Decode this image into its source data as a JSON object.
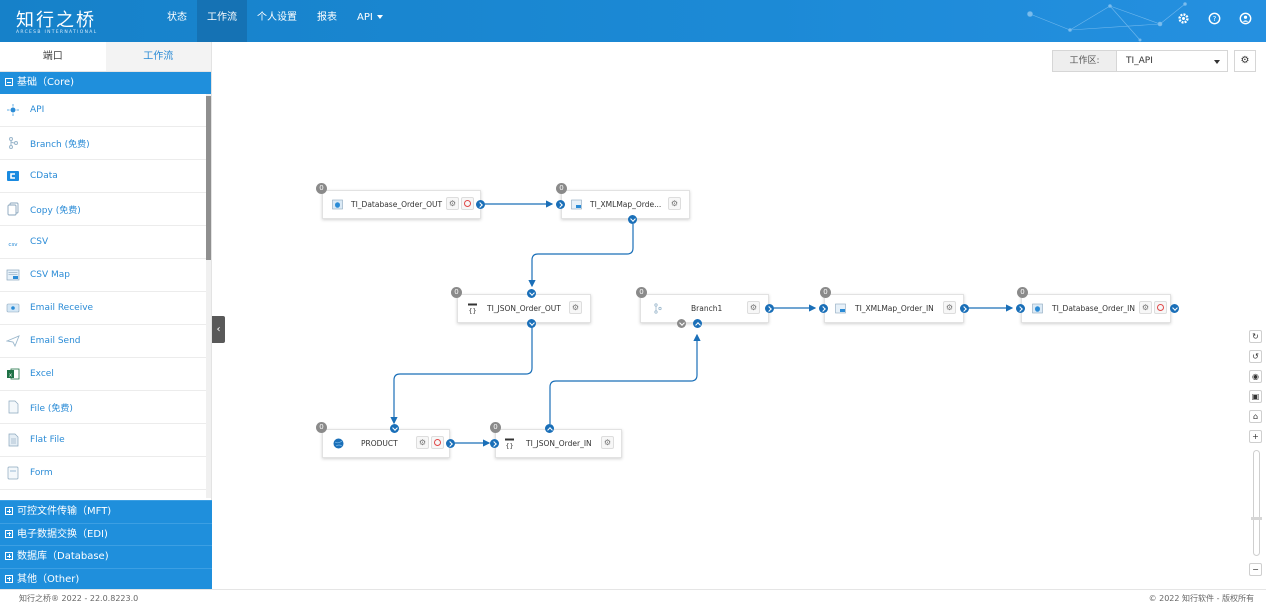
{
  "header": {
    "logo_cn": "知行之桥",
    "logo_en": "ARCESB INTERNATIONAL",
    "nav": [
      {
        "label": "状态"
      },
      {
        "label": "工作流"
      },
      {
        "label": "个人设置"
      },
      {
        "label": "报表"
      },
      {
        "label": "API"
      }
    ],
    "active_nav": "工作流",
    "icons": [
      "settings-icon",
      "help-icon",
      "user-icon"
    ]
  },
  "sidebar": {
    "tabs": [
      {
        "label": "端口"
      },
      {
        "label": "工作流"
      }
    ],
    "active_tab": "端口",
    "core_group": "基础（Core)",
    "items": [
      {
        "label": "API",
        "icon": "api-icon"
      },
      {
        "label": "Branch (免费)",
        "icon": "branch-icon"
      },
      {
        "label": "CData",
        "icon": "cdata-icon"
      },
      {
        "label": "Copy (免费)",
        "icon": "copy-icon"
      },
      {
        "label": "CSV",
        "icon": "csv-icon"
      },
      {
        "label": "CSV Map",
        "icon": "csv-map-icon"
      },
      {
        "label": "Email Receive",
        "icon": "email-receive-icon"
      },
      {
        "label": "Email Send",
        "icon": "email-send-icon"
      },
      {
        "label": "Excel",
        "icon": "excel-icon"
      },
      {
        "label": "File (免费)",
        "icon": "file-icon"
      },
      {
        "label": "Flat File",
        "icon": "flat-file-icon"
      },
      {
        "label": "Form",
        "icon": "form-icon"
      }
    ],
    "groups": [
      {
        "label": "可控文件传输（MFT)"
      },
      {
        "label": "电子数据交换（EDI)"
      },
      {
        "label": "数据库（Database)"
      },
      {
        "label": "其他（Other)"
      }
    ]
  },
  "workspace": {
    "label": "工作区:",
    "value": "TI_API"
  },
  "flow": {
    "nodes": [
      {
        "id": "n1",
        "label": "TI_Database_Order_OUT",
        "badge": "0",
        "icon": "database-icon"
      },
      {
        "id": "n2",
        "label": "TI_XMLMap_Orde...",
        "badge": "0",
        "icon": "xmlmap-icon"
      },
      {
        "id": "n3",
        "label": "TI_JSON_Order_OUT",
        "badge": "0",
        "icon": "json-icon"
      },
      {
        "id": "n4",
        "label": "Branch1",
        "badge": "0",
        "icon": "branch-icon"
      },
      {
        "id": "n5",
        "label": "TI_XMLMap_Order_IN",
        "badge": "0",
        "icon": "xmlmap-icon"
      },
      {
        "id": "n6",
        "label": "TI_Database_Order_IN",
        "badge": "0",
        "icon": "database-icon"
      },
      {
        "id": "n7",
        "label": "PRODUCT",
        "badge": "0",
        "icon": "globe-icon"
      },
      {
        "id": "n8",
        "label": "TI_JSON_Order_IN",
        "badge": "0",
        "icon": "json-icon"
      }
    ],
    "connections": [
      [
        "n1",
        "n2"
      ],
      [
        "n2",
        "n3"
      ],
      [
        "n3",
        "n7"
      ],
      [
        "n7",
        "n8"
      ],
      [
        "n8",
        "n4"
      ],
      [
        "n4",
        "n5"
      ],
      [
        "n5",
        "n6"
      ]
    ]
  },
  "toolbar": [
    "refresh-icon",
    "undo-icon",
    "eye-icon",
    "image-icon",
    "home-icon",
    "zoom-in-icon",
    "zoom-out-icon"
  ],
  "footer": {
    "left": "知行之桥® 2022 - 22.0.8223.0",
    "right": "© 2022 知行软件 - 版权所有"
  },
  "colors": {
    "primary": "#1f8fdc",
    "connector": "#1a6fb8",
    "stop": "#e04848"
  }
}
